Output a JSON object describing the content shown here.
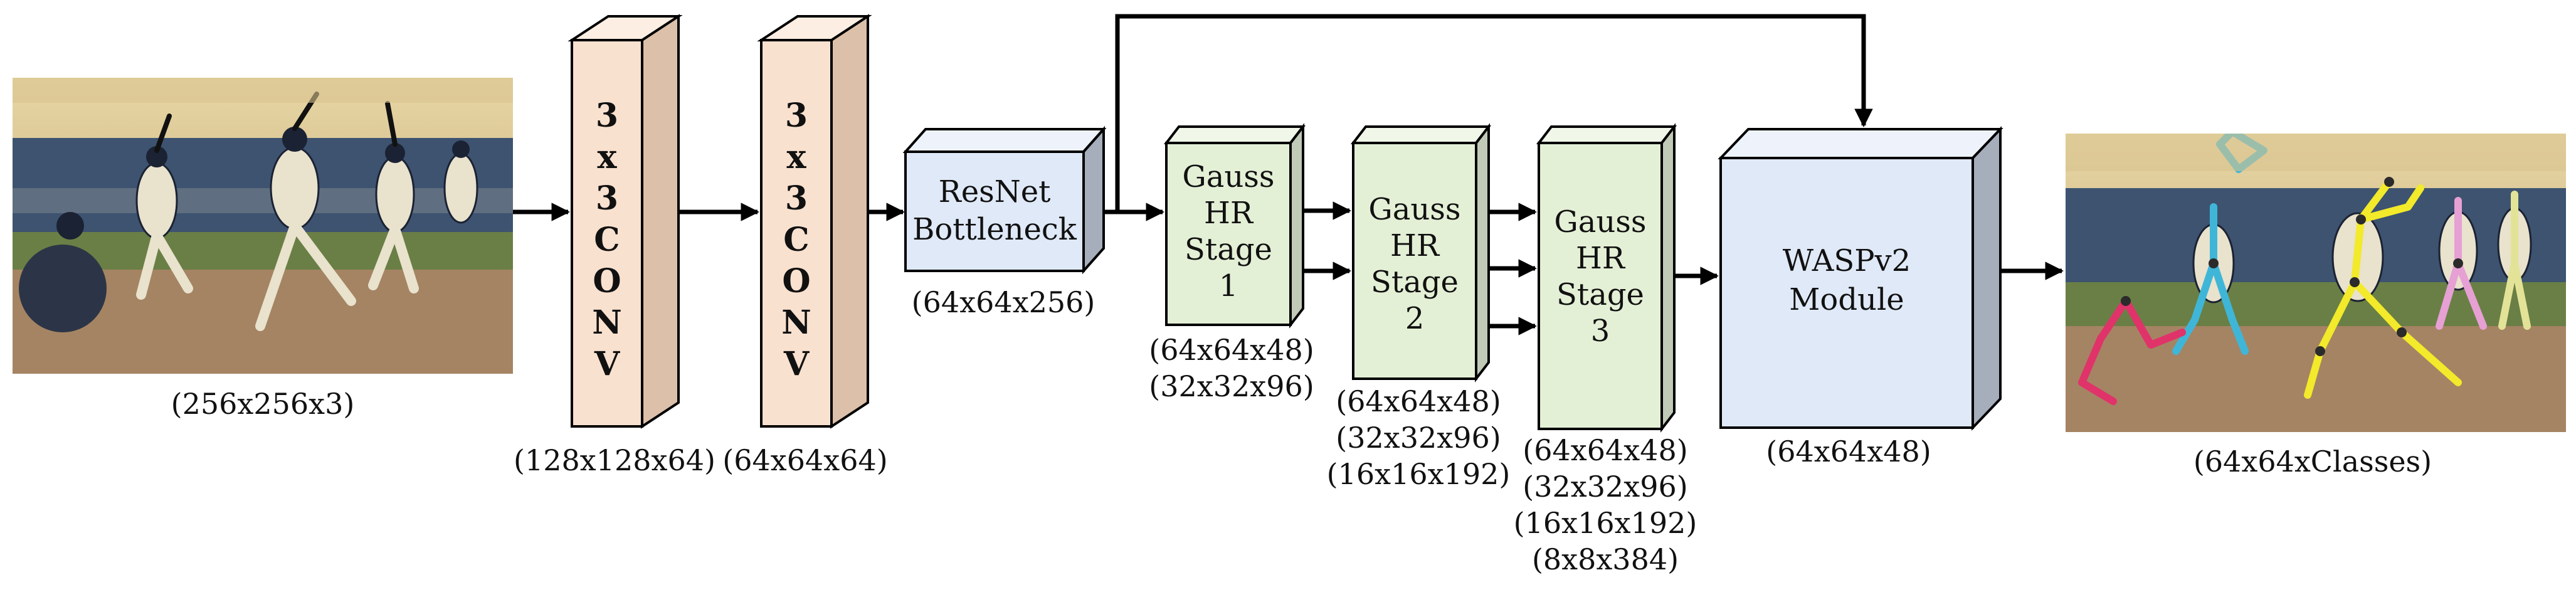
{
  "input": {
    "image_icon": "baseball-scene-image",
    "dims": "(256x256x3)"
  },
  "conv1": {
    "label_chars": [
      "3",
      "x",
      "3",
      "C",
      "O",
      "N",
      "V"
    ],
    "dims": "(128x128x64)"
  },
  "conv2": {
    "label_chars": [
      "3",
      "x",
      "3",
      "C",
      "O",
      "N",
      "V"
    ],
    "dims": "(64x64x64)"
  },
  "resnet": {
    "line1": "ResNet",
    "line2": "Bottleneck",
    "dims": "(64x64x256)"
  },
  "stage1": {
    "line1": "Gauss",
    "line2": "HR",
    "line3": "Stage",
    "line4": "1",
    "dims": [
      "(64x64x48)",
      "(32x32x96)"
    ]
  },
  "stage2": {
    "line1": "Gauss",
    "line2": "HR",
    "line3": "Stage",
    "line4": "2",
    "dims": [
      "(64x64x48)",
      "(32x32x96)",
      "(16x16x192)"
    ]
  },
  "stage3": {
    "line1": "Gauss",
    "line2": "HR",
    "line3": "Stage",
    "line4": "3",
    "dims": [
      "(64x64x48)",
      "(32x32x96)",
      "(16x16x192)",
      "(8x8x384)"
    ]
  },
  "wasp": {
    "line1": "WASPv2",
    "line2": "Module",
    "dims": "(64x64x48)"
  },
  "output": {
    "image_icon": "pose-skeleton-image",
    "dims": "(64x64xClasses)"
  },
  "colors": {
    "conv_front": "#f9e1cf",
    "conv_top": "#fdeee3",
    "conv_side": "#dcc0aa",
    "blue_front": "#dfe9f7",
    "blue_top": "#eef3fb",
    "blue_side": "#a6aebb",
    "green_front": "#e4f0d6",
    "green_top": "#f0f7e8",
    "green_side": "#c0cab7"
  }
}
